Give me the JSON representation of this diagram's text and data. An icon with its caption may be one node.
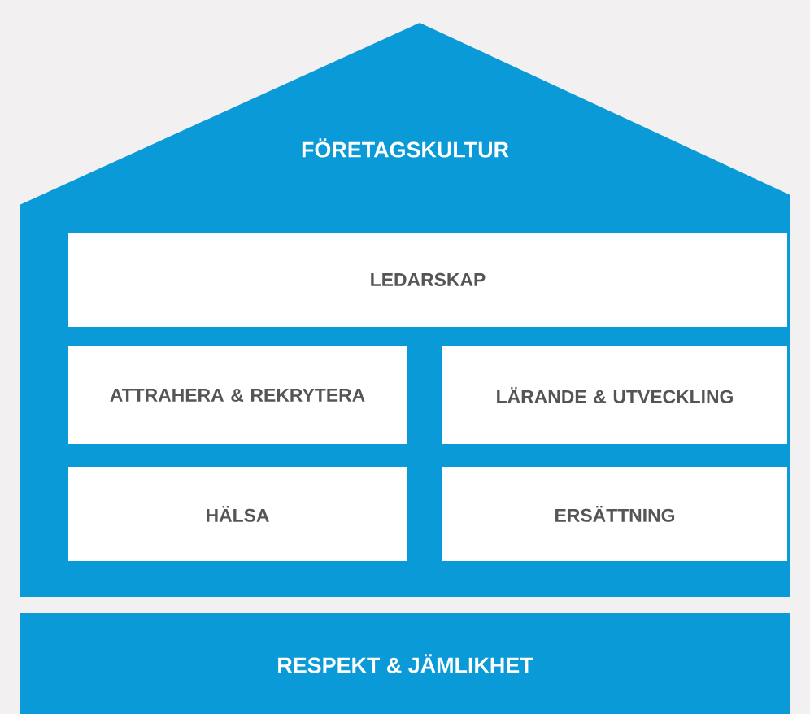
{
  "diagram": {
    "nodes": [
      {
        "text": [
          "FÖRETAGSKULTUR"
        ]
      },
      {
        "text": [
          "LEDARSKAP"
        ],
        "in": 0
      },
      {
        "text": [
          "ATTRAHERA & REKRYTERA"
        ],
        "in": 0
      },
      {
        "text": [
          "LÄRANDE & UTVECKLING"
        ],
        "in": 0
      },
      {
        "text": [
          "HÄLSA"
        ],
        "in": 0
      },
      {
        "text": [
          "ERSÄTTNING"
        ],
        "in": 0
      },
      {
        "text": [
          "RESPEKT & JÄMLIKHET"
        ]
      }
    ]
  }
}
